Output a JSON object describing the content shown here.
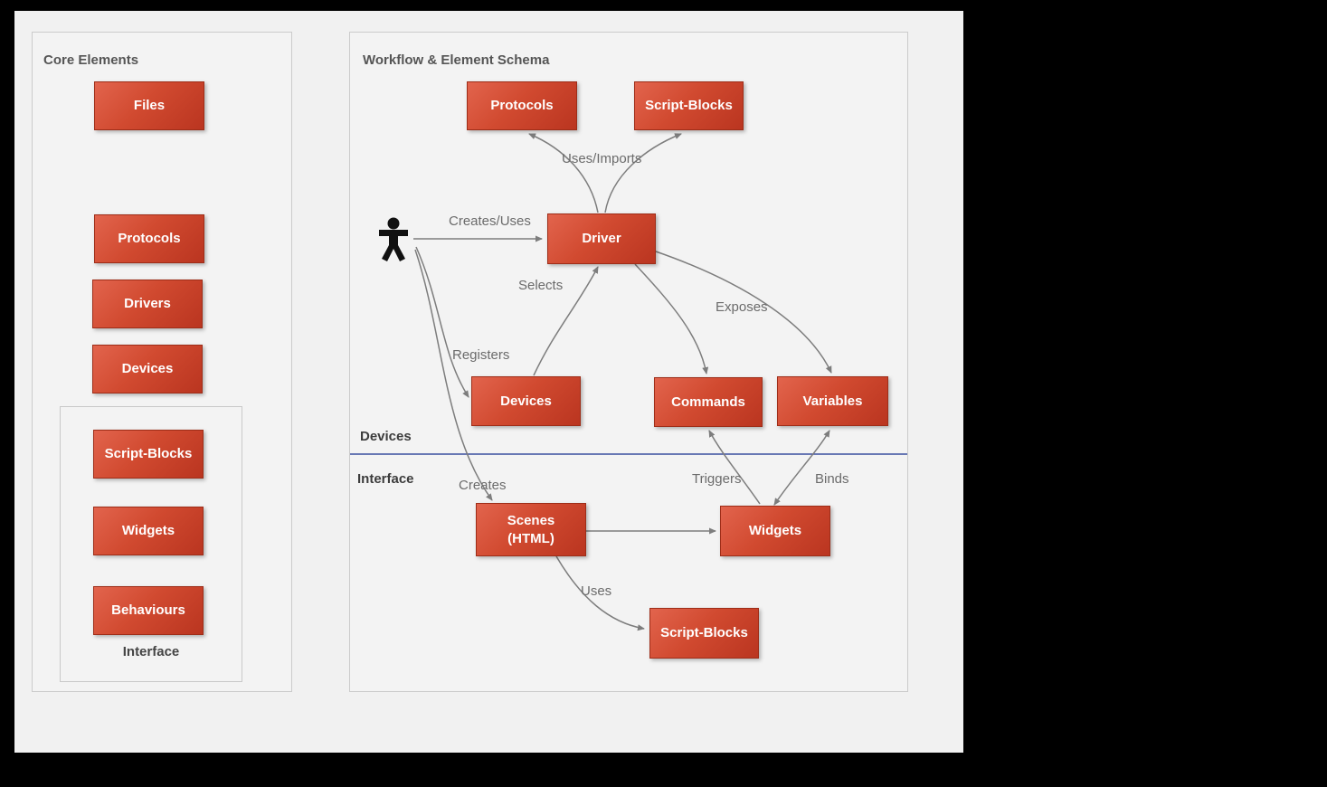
{
  "left_panel": {
    "title": "Core Elements",
    "items": [
      "Files",
      "Protocols",
      "Drivers",
      "Devices"
    ],
    "interface_group": {
      "items": [
        "Script-Blocks",
        "Widgets",
        "Behaviours"
      ],
      "label": "Interface"
    }
  },
  "right_panel": {
    "title": "Workflow & Element Schema",
    "sections": {
      "top": "Devices",
      "bottom": "Interface"
    },
    "nodes": {
      "protocols": "Protocols",
      "script_blocks_top": "Script-Blocks",
      "driver": "Driver",
      "devices": "Devices",
      "commands": "Commands",
      "variables": "Variables",
      "scenes_line1": "Scenes",
      "scenes_line2": "(HTML)",
      "widgets": "Widgets",
      "script_blocks_bottom": "Script-Blocks"
    },
    "edge_labels": {
      "creates_uses": "Creates/Uses",
      "uses_imports": "Uses/Imports",
      "selects": "Selects",
      "registers": "Registers",
      "exposes": "Exposes",
      "creates": "Creates",
      "triggers": "Triggers",
      "binds": "Binds",
      "uses": "Uses"
    },
    "icons": {
      "actor": "person-icon"
    }
  },
  "colors": {
    "node_gradient_start": "#e2644d",
    "node_gradient_end": "#ba3520",
    "divider": "#3b4fa0",
    "arrow": "#7d7d7d",
    "canvas_bg": "#f1f1f1",
    "panel_border": "#cbcbcb"
  }
}
